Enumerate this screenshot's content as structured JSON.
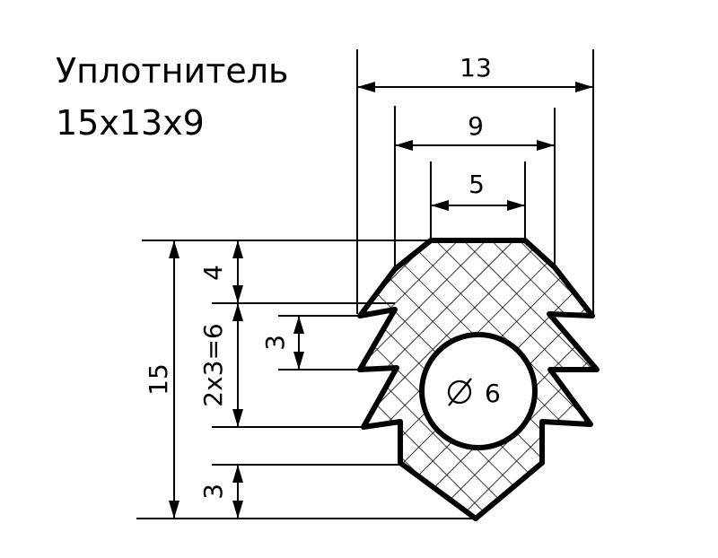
{
  "title": {
    "line1": "Уплотнитель",
    "line2": "15х13х9"
  },
  "dimensions": {
    "top_width": "13",
    "middle_width": "9",
    "inner_width": "5",
    "height_total": "15",
    "top_section": "4",
    "fins_section": "2х3=6",
    "fin_pitch": "3",
    "bottom_section": "3",
    "hole_diameter": "6"
  },
  "colors": {
    "ink": "#000000",
    "paper": "#ffffff"
  }
}
